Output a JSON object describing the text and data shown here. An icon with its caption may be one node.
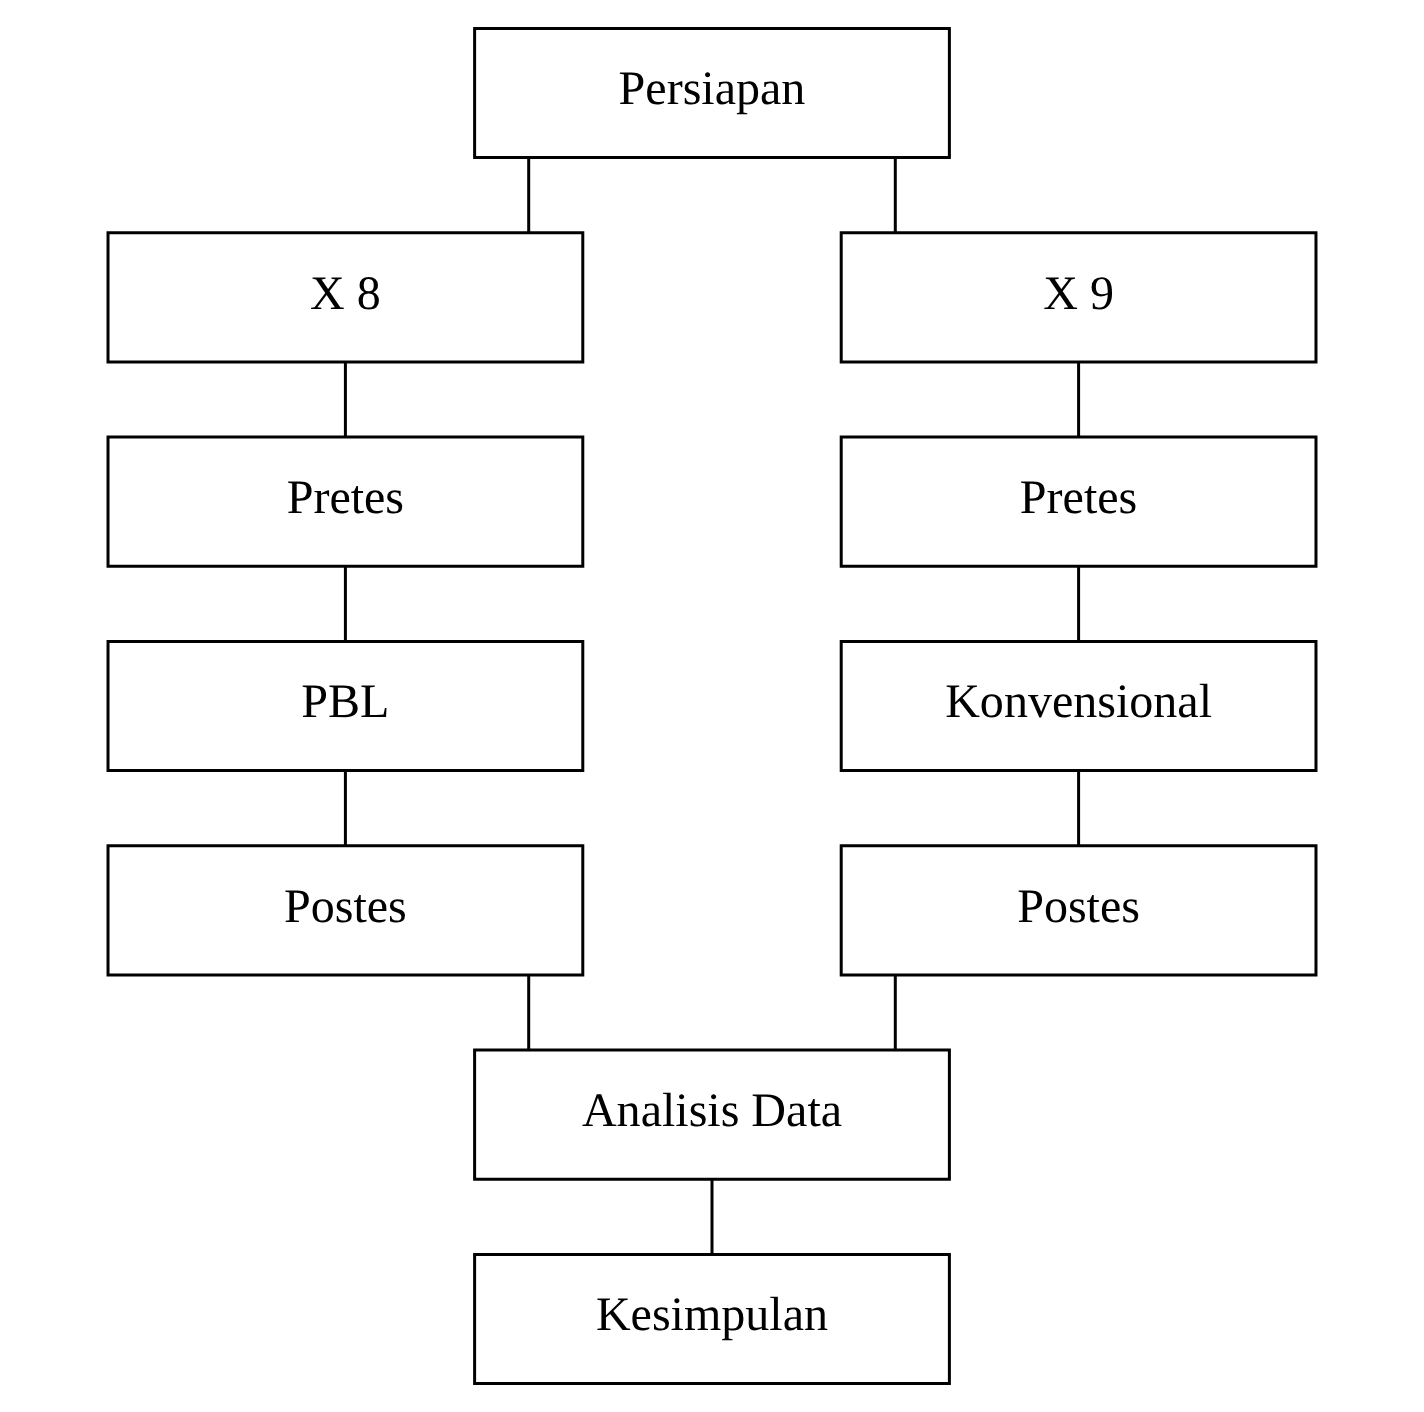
{
  "diagram": {
    "nodes": [
      {
        "text": [
          "Persiapan"
        ]
      },
      {
        "text": [
          "X 8"
        ]
      },
      {
        "text": [
          "Pretes"
        ]
      },
      {
        "text": [
          "PBL"
        ]
      },
      {
        "text": [
          "Postes"
        ]
      },
      {
        "text": [
          "X 9"
        ]
      },
      {
        "text": [
          "Pretes"
        ]
      },
      {
        "text": [
          "Konvensional"
        ]
      },
      {
        "text": [
          "Postes"
        ]
      },
      {
        "text": [
          "Analisis Data"
        ]
      },
      {
        "text": [
          "Kesimpulan"
        ]
      }
    ],
    "edges": [
      {
        "from": 0,
        "to": 1,
        "arrow": "none"
      },
      {
        "from": 0,
        "to": 5,
        "arrow": "none"
      },
      {
        "from": 1,
        "to": 2,
        "arrow": "none"
      },
      {
        "from": 2,
        "to": 3,
        "arrow": "none"
      },
      {
        "from": 3,
        "to": 4,
        "arrow": "none"
      },
      {
        "from": 5,
        "to": 6,
        "arrow": "none"
      },
      {
        "from": 6,
        "to": 7,
        "arrow": "none"
      },
      {
        "from": 7,
        "to": 8,
        "arrow": "none"
      },
      {
        "from": 4,
        "to": 9,
        "arrow": "none"
      },
      {
        "from": 8,
        "to": 9,
        "arrow": "none"
      },
      {
        "from": 9,
        "to": 10,
        "arrow": "none"
      }
    ]
  }
}
